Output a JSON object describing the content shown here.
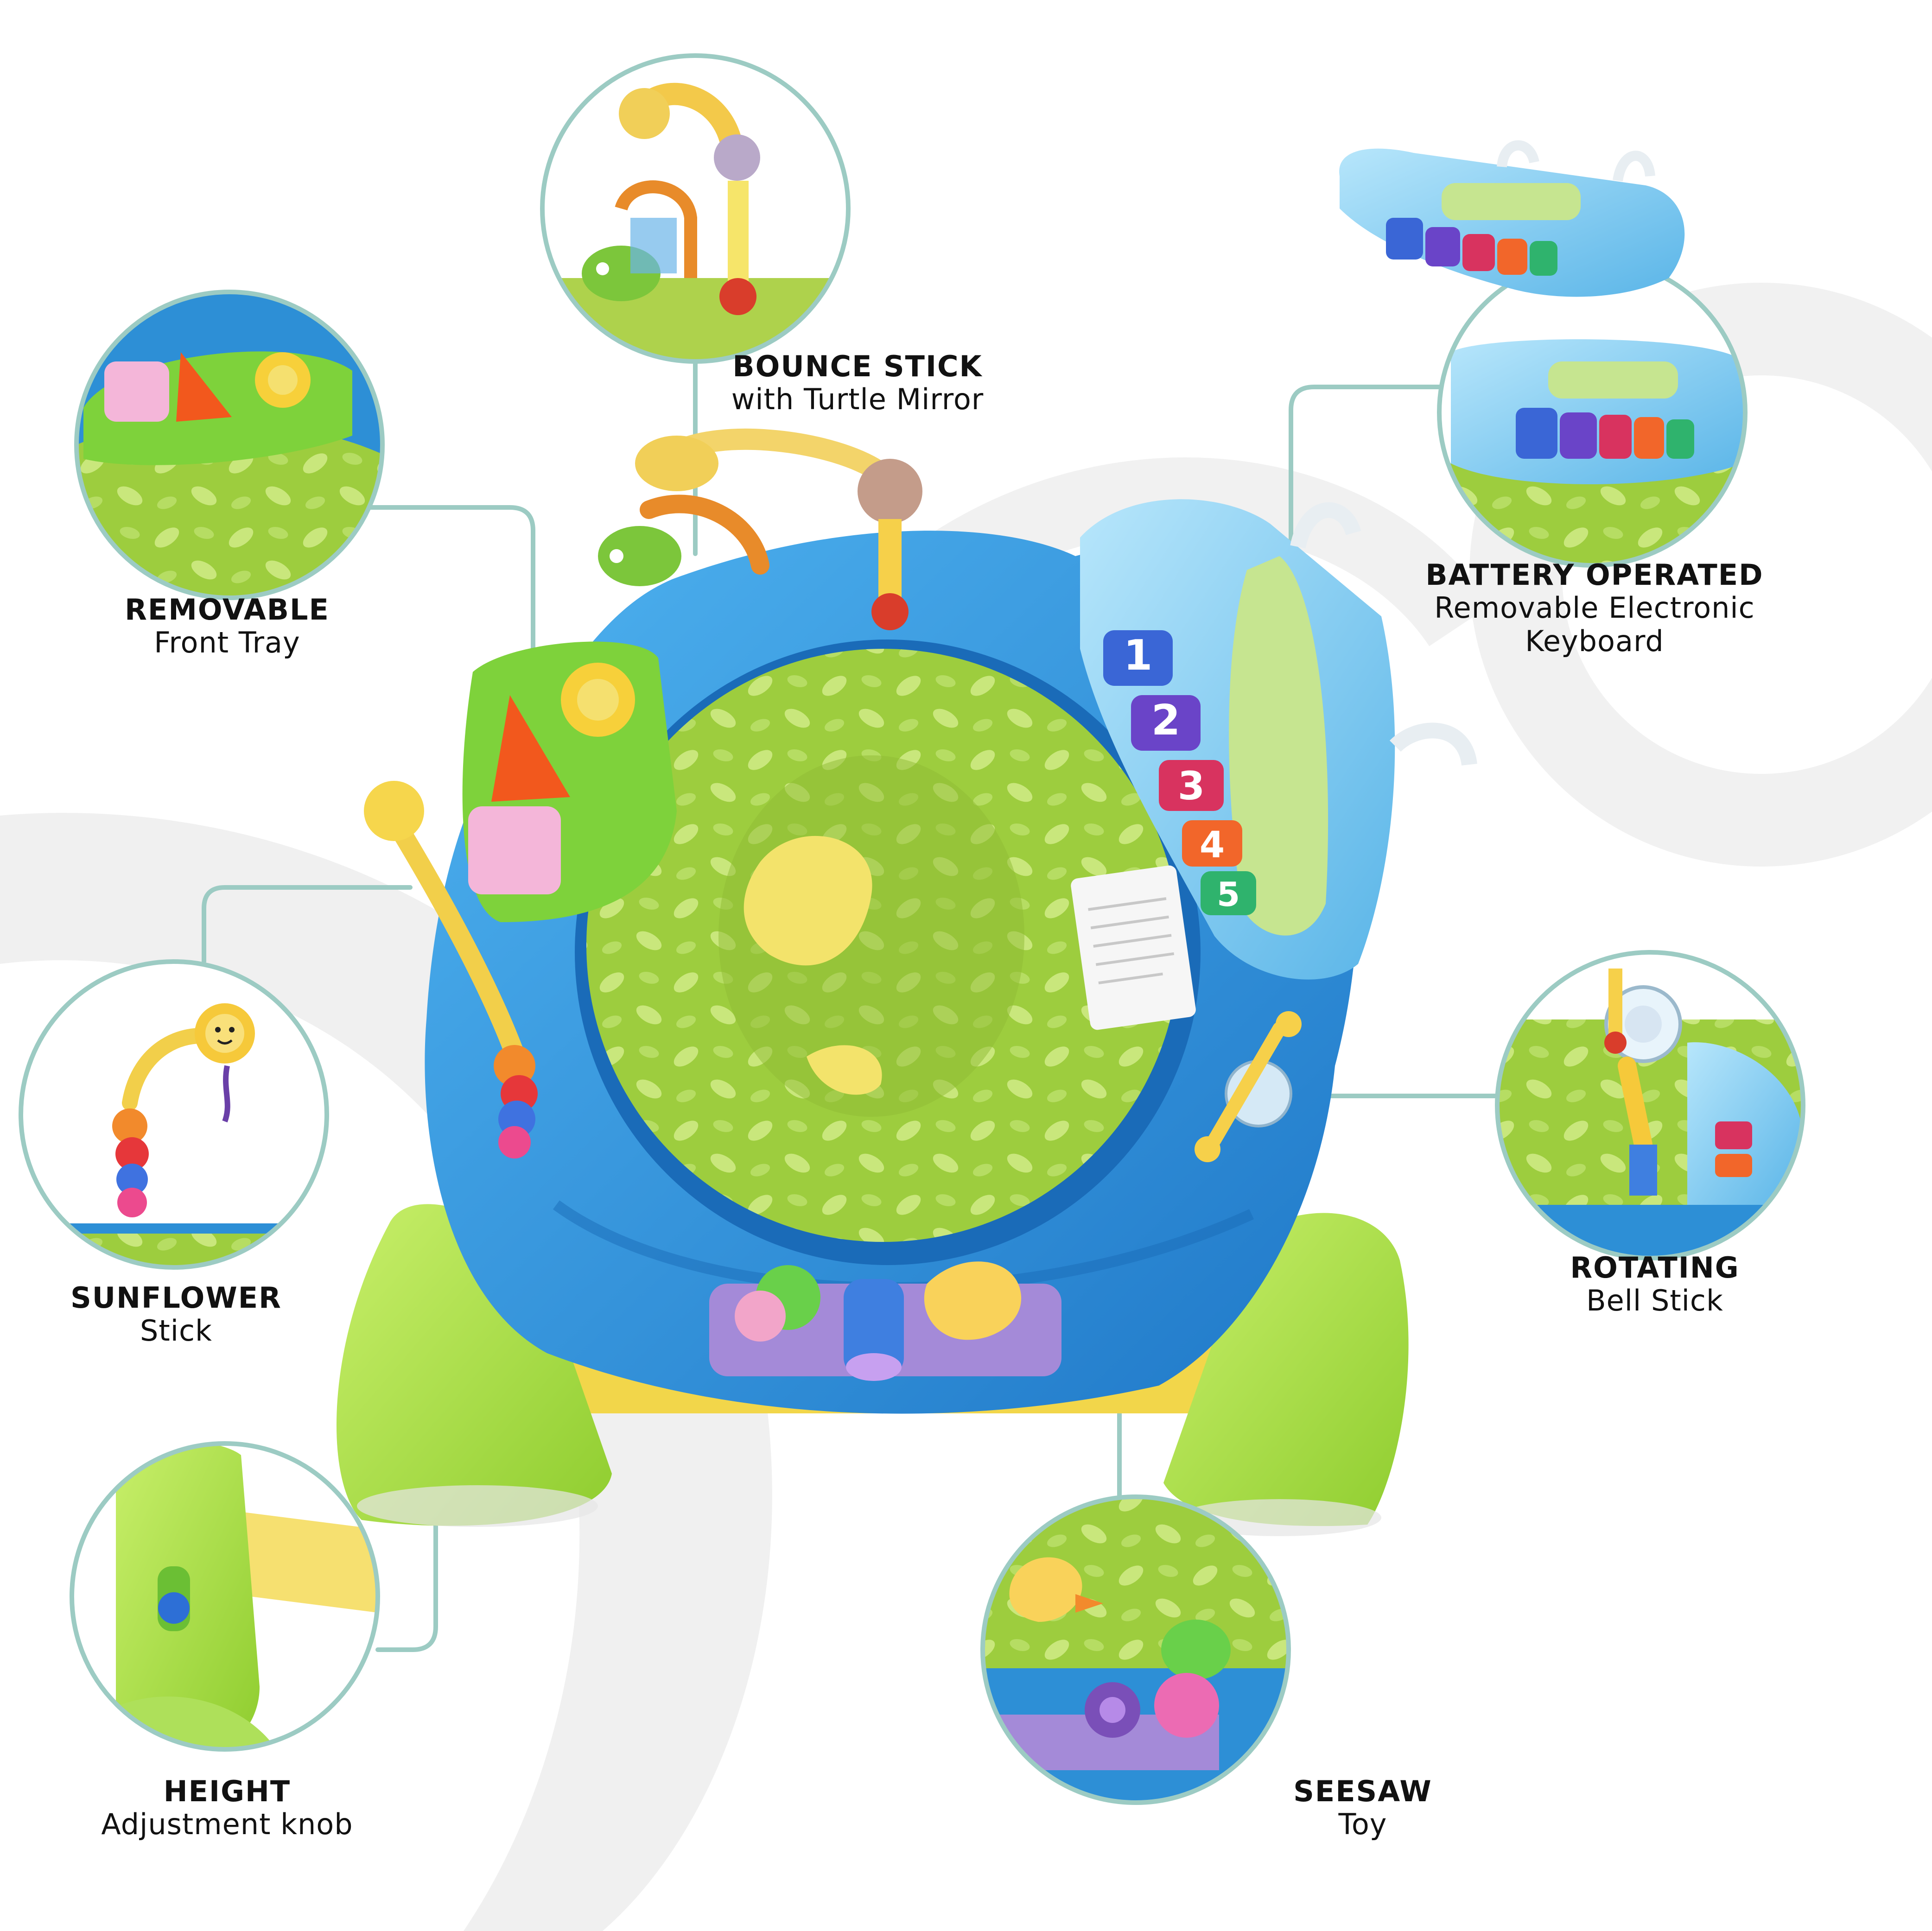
{
  "colors": {
    "background": "#ffffff",
    "swoosh": "#f0f0f0",
    "connector": "#9ccbc3",
    "circle_border": "#9ccbc3",
    "tray_blue": "#2e8fd8",
    "seat_green": "#9bc93a",
    "leg_green": "#aedd4a",
    "text": "#111111"
  },
  "features": [
    {
      "key": "bounce",
      "title": "BOUNCE STICK",
      "subtitle": "with Turtle Mirror",
      "icon": "turtle-mirror-icon"
    },
    {
      "key": "keyboard",
      "title": "BATTERY OPERATED",
      "subtitle": "Removable Electronic Keyboard",
      "icon": "keyboard-icon"
    },
    {
      "key": "tray",
      "title": "REMOVABLE",
      "subtitle": "Front Tray",
      "icon": "shape-sorter-icon"
    },
    {
      "key": "sunflower",
      "title": "SUNFLOWER",
      "subtitle": "Stick",
      "icon": "sunflower-icon"
    },
    {
      "key": "bell",
      "title": "ROTATING",
      "subtitle": "Bell Stick",
      "icon": "bell-stick-icon"
    },
    {
      "key": "height",
      "title": "HEIGHT",
      "subtitle": "Adjustment knob",
      "icon": "knob-icon"
    },
    {
      "key": "seesaw",
      "title": "SEESAW",
      "subtitle": "Toy",
      "icon": "seesaw-icon"
    }
  ],
  "keyboard_keys": [
    "1",
    "2",
    "3",
    "4",
    "5"
  ]
}
